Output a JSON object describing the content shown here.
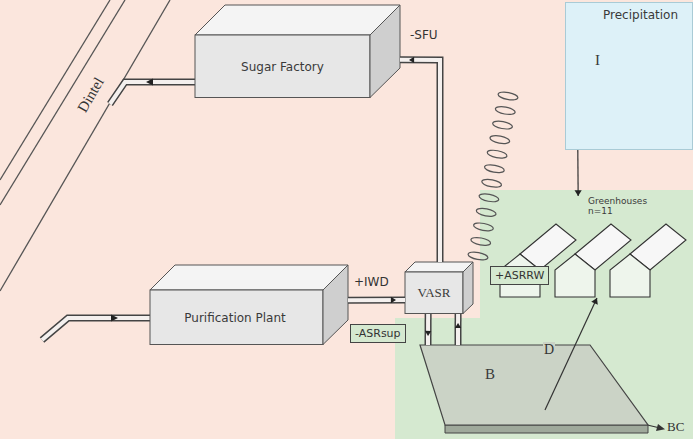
{
  "diagram": {
    "nodes": [
      {
        "text": [
          "Sugar Factory"
        ]
      },
      {
        "text": [
          "Precipitation",
          "I"
        ]
      },
      {
        "text": [
          "Greenhouses n=11"
        ]
      },
      {
        "text": [
          "VASR"
        ]
      },
      {
        "text": [
          "Purification Plant"
        ]
      },
      {
        "text": [
          "B"
        ]
      }
    ],
    "edges": [
      {
        "from": 4,
        "to": 3,
        "arrow": "to"
      },
      {
        "from": 3,
        "to": 0,
        "arrow": "to"
      },
      {
        "from": 3,
        "to": 5,
        "arrow": "to"
      },
      {
        "from": 5,
        "to": 3,
        "arrow": "to"
      },
      {
        "from": 1,
        "to": 2,
        "arrow": "to"
      },
      {
        "from": 5,
        "to": 2,
        "arrow": "to",
        "label": "D"
      }
    ],
    "labels": [
      "Dintel",
      "-SFU",
      "+IWD",
      "+ASRRW",
      "-ASRsup",
      "BC"
    ]
  }
}
